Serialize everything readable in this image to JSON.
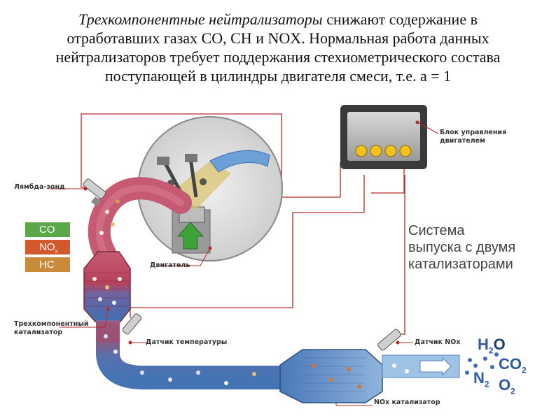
{
  "title": {
    "italic": "Трехкомпонентные нейтрализаторы",
    "line1_rest": " снижают содержание в",
    "line2": "отработавших газах CO, CH и NOX. Нормальная работа данных",
    "line3": "нейтрализаторов требует поддержания стехиометрического состава",
    "line4": "поступающей в цилиндры двигателя смеси, т.е. a = 1"
  },
  "labels": {
    "ecu_line1": "Блок управления",
    "ecu_line2": "двигателем",
    "lambda": "Лямбда-зонд",
    "engine": "Двигатель",
    "catalyst_line1": "Трехкомпонентный",
    "catalyst_line2": "катализатор",
    "temp_sensor": "Датчик температуры",
    "nox_sensor": "Датчик NOx",
    "nox_catalyst": "NOx катализатор"
  },
  "system_text": [
    "Система",
    "выпуска с двумя",
    "катализаторами"
  ],
  "gases": {
    "co": "CO",
    "nox_main": "NO",
    "nox_sub": "x",
    "hc": "HC"
  },
  "outputs": {
    "h": "H",
    "h_sub": "2",
    "o": "O",
    "co": "CO",
    "co_sub": "2",
    "n": "N",
    "n_sub": "2",
    "o2": "O",
    "o2_sub": "2"
  },
  "colors": {
    "co": "#5aa84a",
    "nox": "#d2592b",
    "hc": "#c98a3a",
    "pipe_hot": "#b8415a",
    "pipe_cool": "#3f6fb0",
    "wire": "#b42a2a",
    "ecu_lamp": "#f2c21c"
  }
}
